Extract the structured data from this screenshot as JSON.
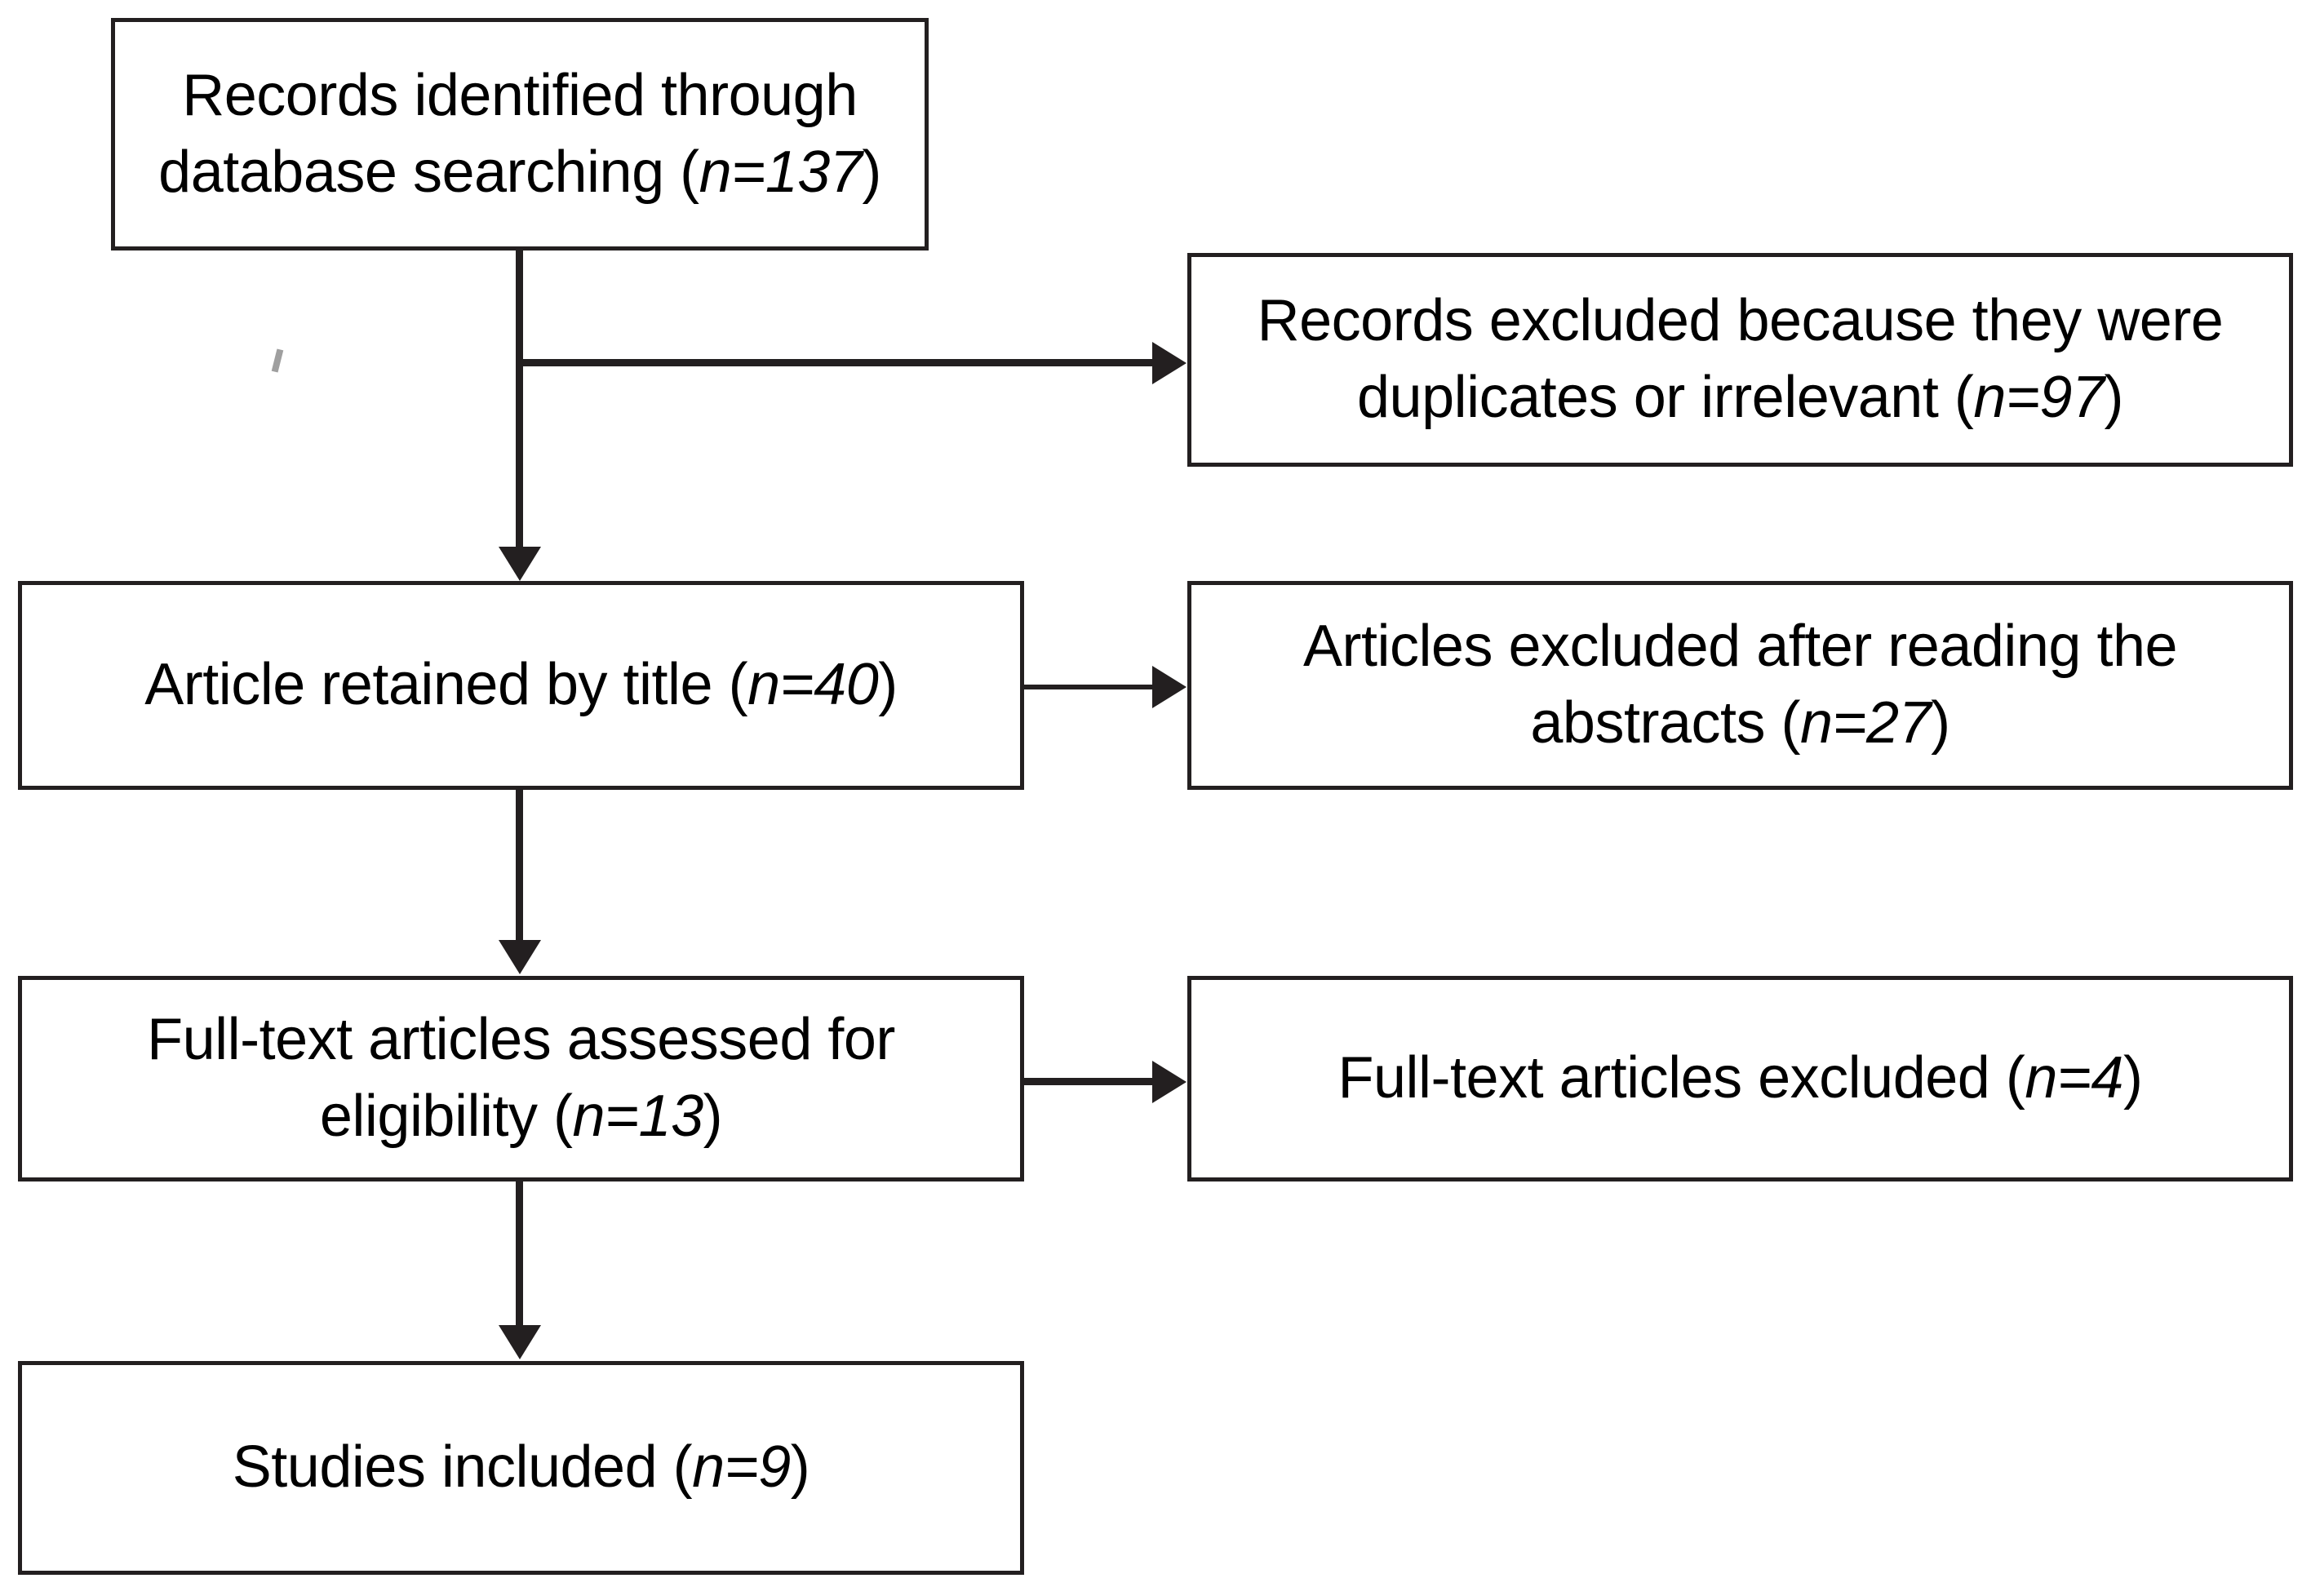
{
  "diagram": {
    "type": "prisma-flow-diagram",
    "title": "",
    "nodes": [
      {
        "id": "identified",
        "name": "records-identified",
        "text": "Records identified through\ndatabase searching (n=137)",
        "count": 137,
        "count_label": "n=137",
        "column": "left",
        "row": 1
      },
      {
        "id": "excluded-duplicates",
        "name": "records-excluded-duplicates",
        "text": "Records excluded because they were\nduplicates or irrelevant (n=97)",
        "count": 97,
        "count_label": "n=97",
        "column": "right",
        "row": 1
      },
      {
        "id": "retained-title",
        "name": "articles-retained-by-title",
        "text": "Article retained by title (n=40)",
        "count": 40,
        "count_label": "n=40",
        "column": "left",
        "row": 2
      },
      {
        "id": "excluded-abstracts",
        "name": "articles-excluded-abstracts",
        "text": "Articles excluded after reading the\nabstracts (n=27)",
        "count": 27,
        "count_label": "n=27",
        "column": "right",
        "row": 2
      },
      {
        "id": "fulltext-assessed",
        "name": "fulltext-assessed-eligibility",
        "text": "Full-text articles assessed for\neligibility (n=13)",
        "count": 13,
        "count_label": "n=13",
        "column": "left",
        "row": 3
      },
      {
        "id": "fulltext-excluded",
        "name": "fulltext-articles-excluded",
        "text": "Full-text articles excluded (n=4)",
        "count": 4,
        "count_label": "n=4",
        "column": "right",
        "row": 3
      },
      {
        "id": "studies-included",
        "name": "studies-included",
        "text": "Studies included (n=9)",
        "count": 9,
        "count_label": "n=9",
        "column": "left",
        "row": 4
      }
    ],
    "edges": [
      {
        "from": "identified",
        "to": "retained-title",
        "direction": "down"
      },
      {
        "from": "identified",
        "to": "excluded-duplicates",
        "direction": "right"
      },
      {
        "from": "retained-title",
        "to": "fulltext-assessed",
        "direction": "down"
      },
      {
        "from": "retained-title",
        "to": "excluded-abstracts",
        "direction": "right"
      },
      {
        "from": "fulltext-assessed",
        "to": "studies-included",
        "direction": "down"
      },
      {
        "from": "fulltext-assessed",
        "to": "fulltext-excluded",
        "direction": "right"
      }
    ],
    "colors": {
      "background": "#ffffff",
      "box_border": "#231f20",
      "connector": "#231f20",
      "text": "#000000",
      "artifact": "#8e8e8e"
    }
  }
}
